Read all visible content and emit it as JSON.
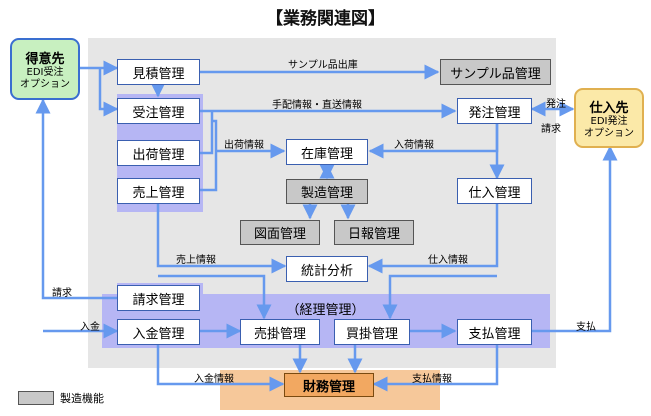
{
  "title": "【業務関連図】",
  "customer": {
    "title": "得意先",
    "sub1": "EDI受注",
    "sub2": "オプション"
  },
  "supplier": {
    "title": "仕入先",
    "sub1": "EDI発注",
    "sub2": "オプション"
  },
  "boxes": {
    "mitsumori": "見積管理",
    "juchu": "受注管理",
    "shukka": "出荷管理",
    "uriage": "売上管理",
    "sample": "サンプル品管理",
    "hatchu": "発注管理",
    "zaiko": "在庫管理",
    "seizo": "製造管理",
    "zumen": "図面管理",
    "nippo": "日報管理",
    "shiire": "仕入管理",
    "tokei": "統計分析",
    "seikyu": "請求管理",
    "nyukin": "入金管理",
    "urikake": "売掛管理",
    "kaikake": "買掛管理",
    "shiharai": "支払管理",
    "zaimu": "財務管理"
  },
  "group_label": "（経理管理）",
  "labels": {
    "sample_out": "サンプル品出庫",
    "tehai": "手配情報・直送情報",
    "hatchu_side": "発注",
    "seikyu_side": "請求",
    "shukka_info": "出荷情報",
    "nyuka_info": "入荷情報",
    "uriage_info": "売上情報",
    "shiire_info": "仕入情報",
    "seikyu_left": "請求",
    "nyukin_left": "入金",
    "shiharai_right": "支払",
    "nyukin_info": "入金情報",
    "shiharai_info": "支払情報"
  },
  "legend": "製造機能",
  "colors": {
    "arrow": "#6699ee",
    "box_border": "#3a5fb0",
    "gray_region": "#e6e6e6",
    "lavender_region": "#b6b6f4",
    "orange_region": "#f6c89a"
  }
}
